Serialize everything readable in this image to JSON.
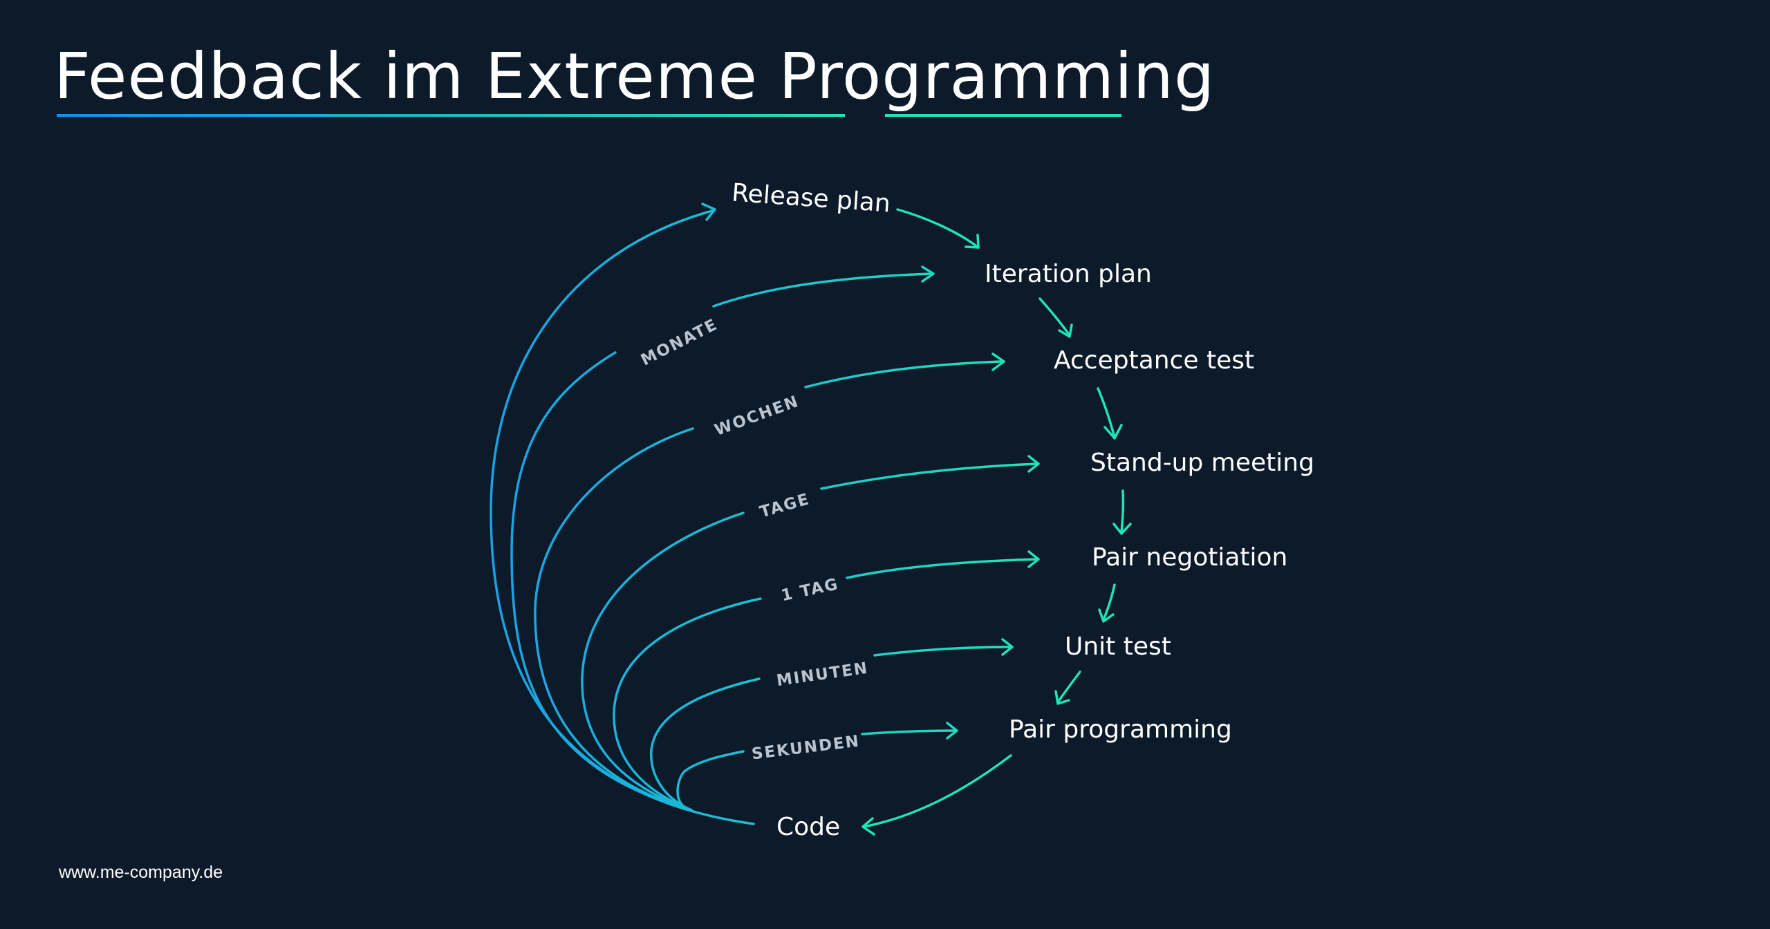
{
  "title": "Feedback im Extreme Programming",
  "nodes": {
    "release_plan": "Release plan",
    "iteration_plan": "Iteration plan",
    "acceptance_test": "Acceptance test",
    "standup_meeting": "Stand-up meeting",
    "pair_negotiation": "Pair negotiation",
    "unit_test": "Unit test",
    "pair_programming": "Pair programming",
    "code": "Code"
  },
  "loops": {
    "monate": "MONATE",
    "wochen": "WOCHEN",
    "tage": "TAGE",
    "ein_tag": "1 TAG",
    "minuten": "MINUTEN",
    "sekunden": "SEKUNDEN"
  },
  "footer": {
    "url": "www.me-company.de"
  },
  "colors": {
    "background": "#0c1a2a",
    "loop_blue": "#1ea7e4",
    "loop_teal": "#22e3b6",
    "text": "#ffffff",
    "label_gray": "#b9c4cf"
  }
}
